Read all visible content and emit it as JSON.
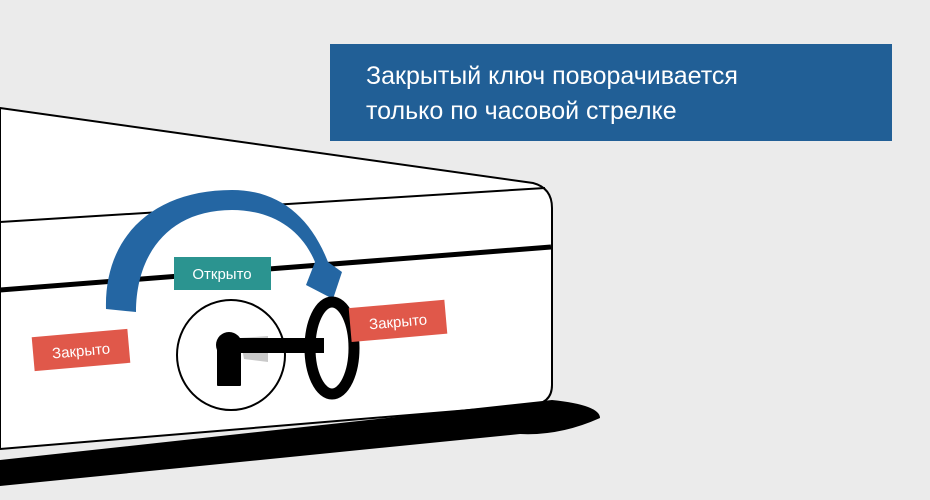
{
  "caption": {
    "line1": "Закрытый ключ поворачивается",
    "line2": "только по часовой стрелке"
  },
  "labels": {
    "open": "Открыто",
    "closed_left": "Закрыто",
    "closed_right": "Закрыто"
  },
  "colors": {
    "background": "#ebebeb",
    "caption_bg": "#215f96",
    "arrow": "#2466a3",
    "open_label": "#2b9490",
    "closed_label": "#e0584a",
    "outline": "#000000",
    "box_fill": "#ffffff"
  },
  "icons": {
    "key": "key-icon",
    "keyhole": "keyhole-icon",
    "arrow": "clockwise-arrow-icon"
  }
}
